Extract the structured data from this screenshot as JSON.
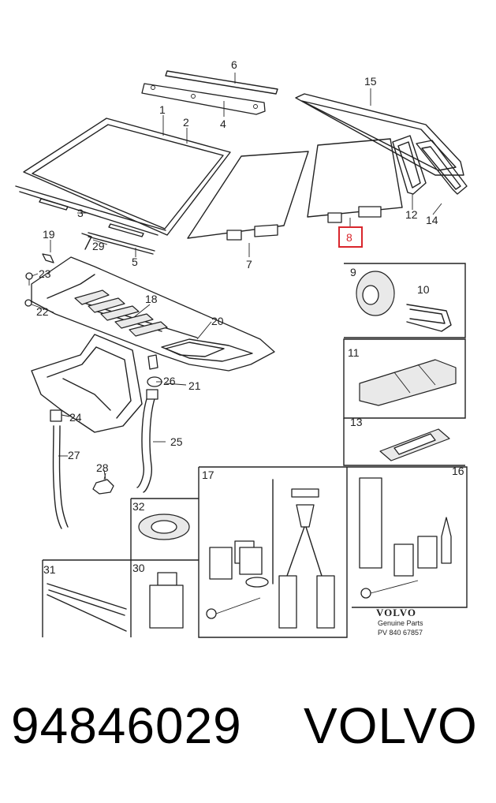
{
  "diagram": {
    "callouts": {
      "c1": "1",
      "c2": "2",
      "c3": "3",
      "c4": "4",
      "c5": "5",
      "c6": "6",
      "c7": "7",
      "c8": "8",
      "c9": "9",
      "c10": "10",
      "c11": "11",
      "c12": "12",
      "c13": "13",
      "c14": "14",
      "c15": "15",
      "c16": "16",
      "c17": "17",
      "c18": "18",
      "c19": "19",
      "c20": "20",
      "c21": "21",
      "c22": "22",
      "c23": "23",
      "c24": "24",
      "c25": "25",
      "c26": "26",
      "c27": "27",
      "c28": "28",
      "c29": "29",
      "c30": "30",
      "c31": "31",
      "c32": "32"
    },
    "highlighted_callout": "8",
    "highlight_color": "#d9262c",
    "stamp": {
      "brand": "VOLVO",
      "line1": "Genuine Parts",
      "line2": "PV 840 67857"
    }
  },
  "footer": {
    "part_number": "94846029",
    "brand": "VOLVO"
  }
}
